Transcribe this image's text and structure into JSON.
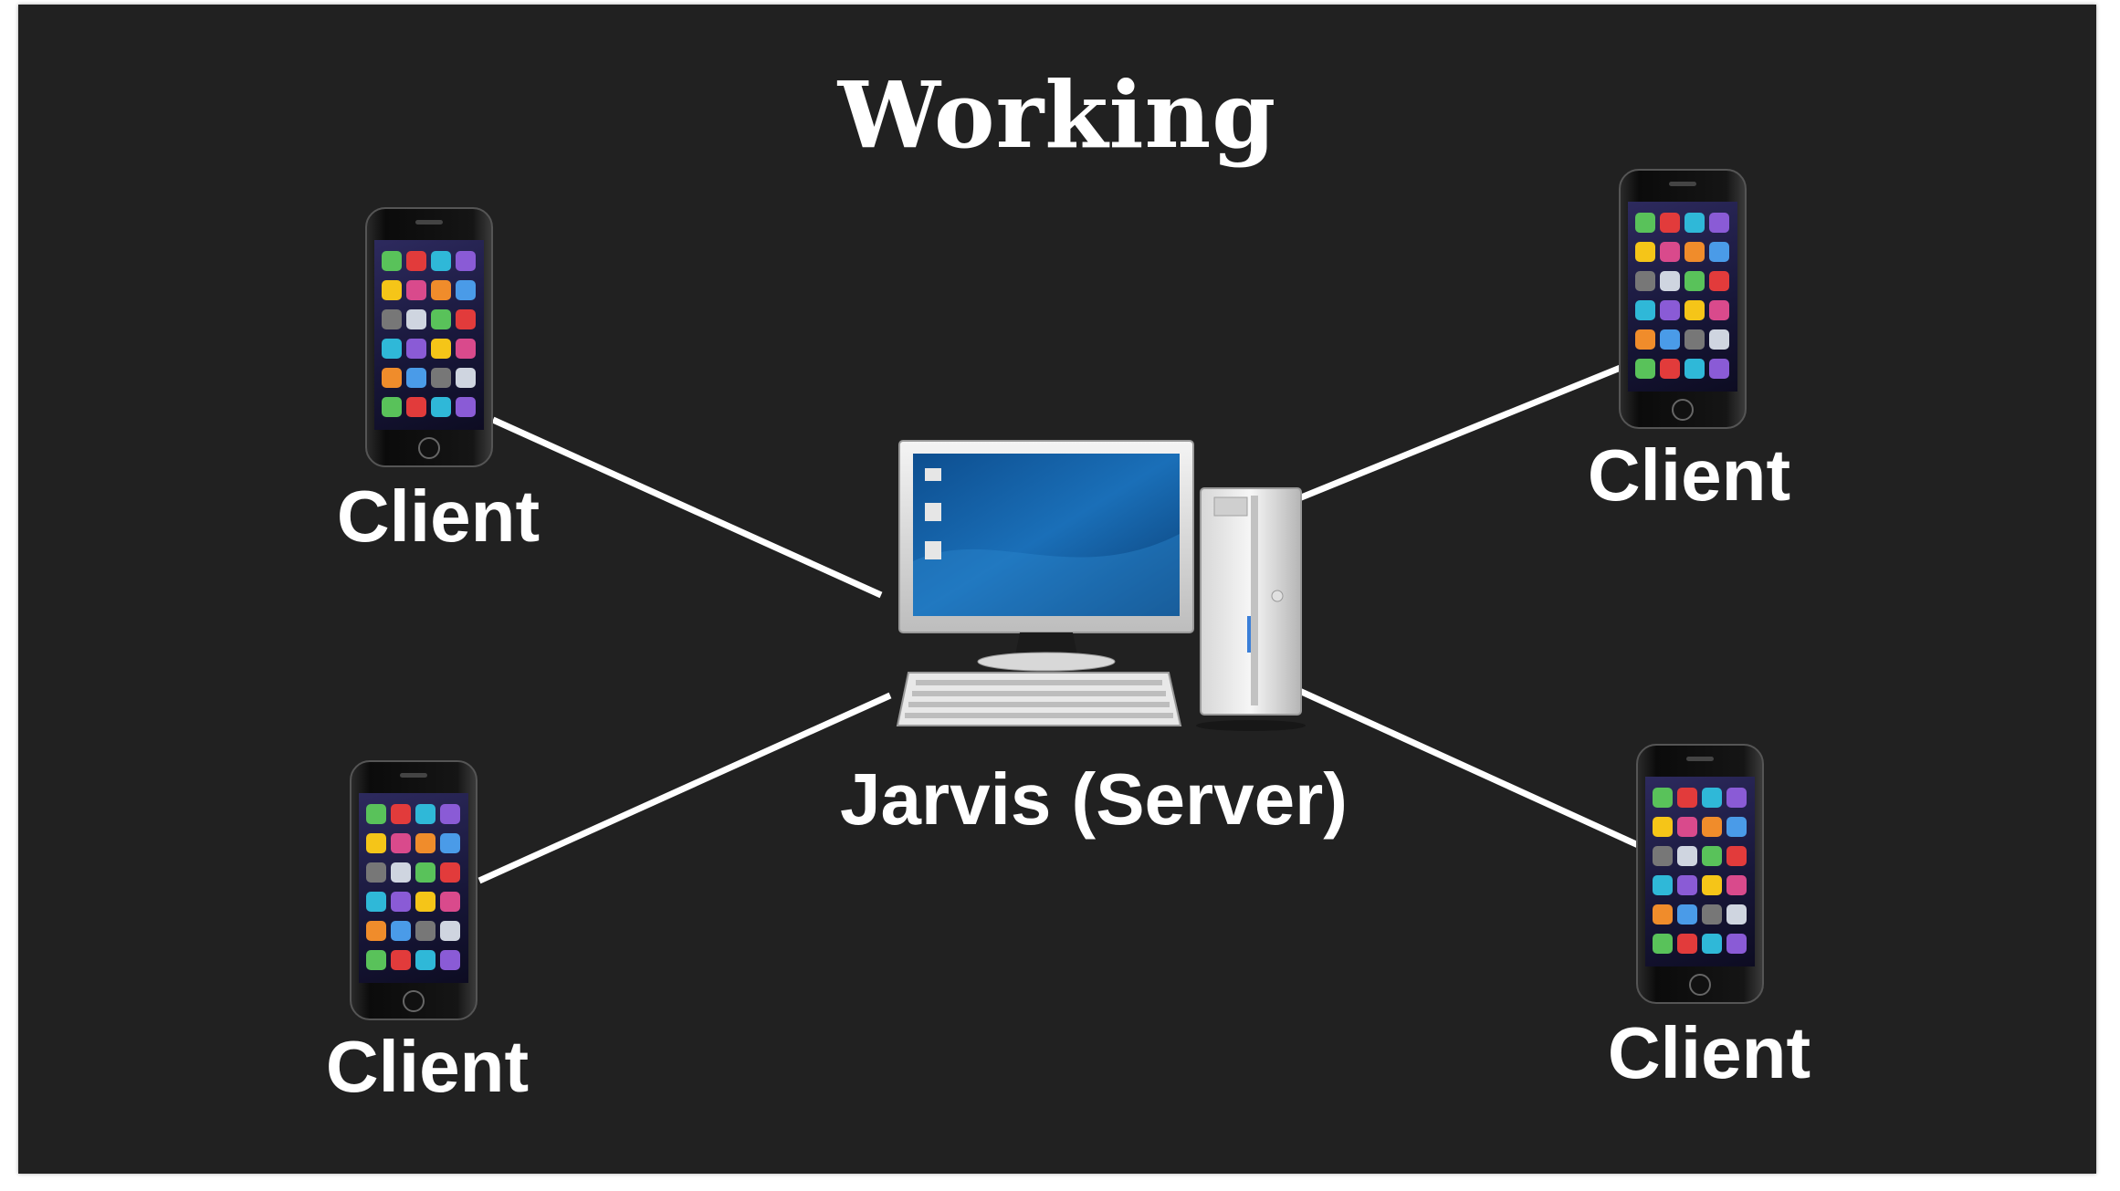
{
  "slide": {
    "title": "Working"
  },
  "server": {
    "label": "Jarvis (Server)",
    "icon": "desktop-computer-icon"
  },
  "clients": [
    {
      "label": "Client",
      "icon": "smartphone-icon"
    },
    {
      "label": "Client",
      "icon": "smartphone-icon"
    },
    {
      "label": "Client",
      "icon": "smartphone-icon"
    },
    {
      "label": "Client",
      "icon": "smartphone-icon"
    }
  ],
  "colors": {
    "background": "#212121",
    "text": "#ffffff",
    "connector": "#ffffff",
    "monitor_screen": "#1a6fb8"
  }
}
